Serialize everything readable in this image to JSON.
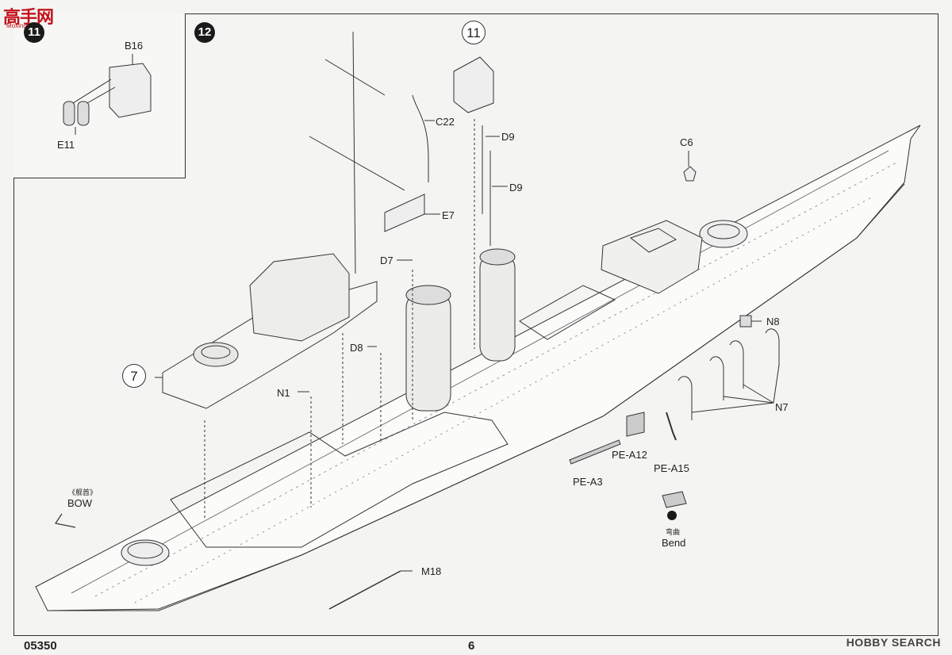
{
  "watermark": {
    "brand": "高手网",
    "sub": "Moxing.com"
  },
  "inset": {
    "step": "11",
    "parts": {
      "b16": "B16",
      "e11": "E11"
    }
  },
  "main": {
    "step": "12",
    "subassembly_refs": {
      "ref7": "7",
      "ref11": "11"
    },
    "parts": {
      "c22": "C22",
      "d9a": "D9",
      "d9b": "D9",
      "e7": "E7",
      "d7": "D7",
      "d8": "D8",
      "n1": "N1",
      "c6": "C6",
      "n8": "N8",
      "n7": "N7",
      "pe_a12": "PE-A12",
      "pe_a15": "PE-A15",
      "pe_a3": "PE-A3",
      "m18": "M18"
    },
    "bow": {
      "cn": "《舰首》",
      "en": "BOW"
    },
    "bend": {
      "cn": "弯曲",
      "en": "Bend"
    }
  },
  "footer": {
    "code": "05350",
    "page": "6",
    "brand": "HOBBY SEARCH"
  }
}
